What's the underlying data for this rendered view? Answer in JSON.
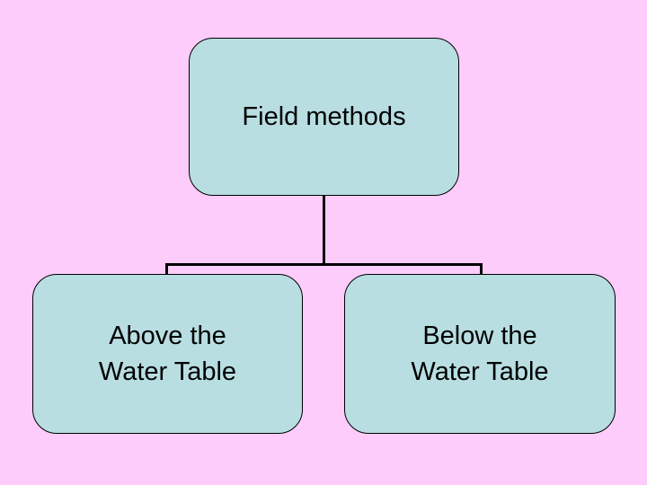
{
  "slide": {
    "background_color": "#fdccfa"
  },
  "diagram": {
    "type": "hierarchy",
    "root": {
      "label": "Field methods"
    },
    "children": [
      {
        "lines": [
          "Above the",
          "Water Table"
        ]
      },
      {
        "lines": [
          "Below the",
          "Water Table"
        ]
      }
    ],
    "colors": {
      "background": "#fdccfa",
      "node_fill": "#b8dee2",
      "node_border": "#000000",
      "connector": "#000000",
      "text": "#000000"
    }
  }
}
